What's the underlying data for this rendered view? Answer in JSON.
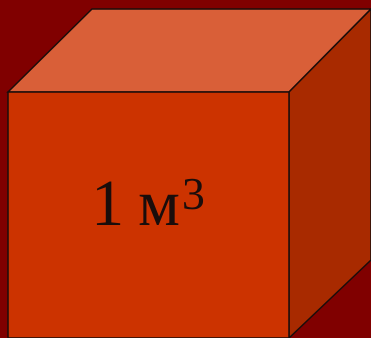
{
  "diagram": {
    "label": {
      "number": "1",
      "unit": "м",
      "exponent": "3"
    },
    "colors": {
      "background": "#800000",
      "front_face": "#cc3300",
      "top_face": "#d95f38",
      "side_face": "#a82a00",
      "outline": "#1a0d0b"
    }
  }
}
